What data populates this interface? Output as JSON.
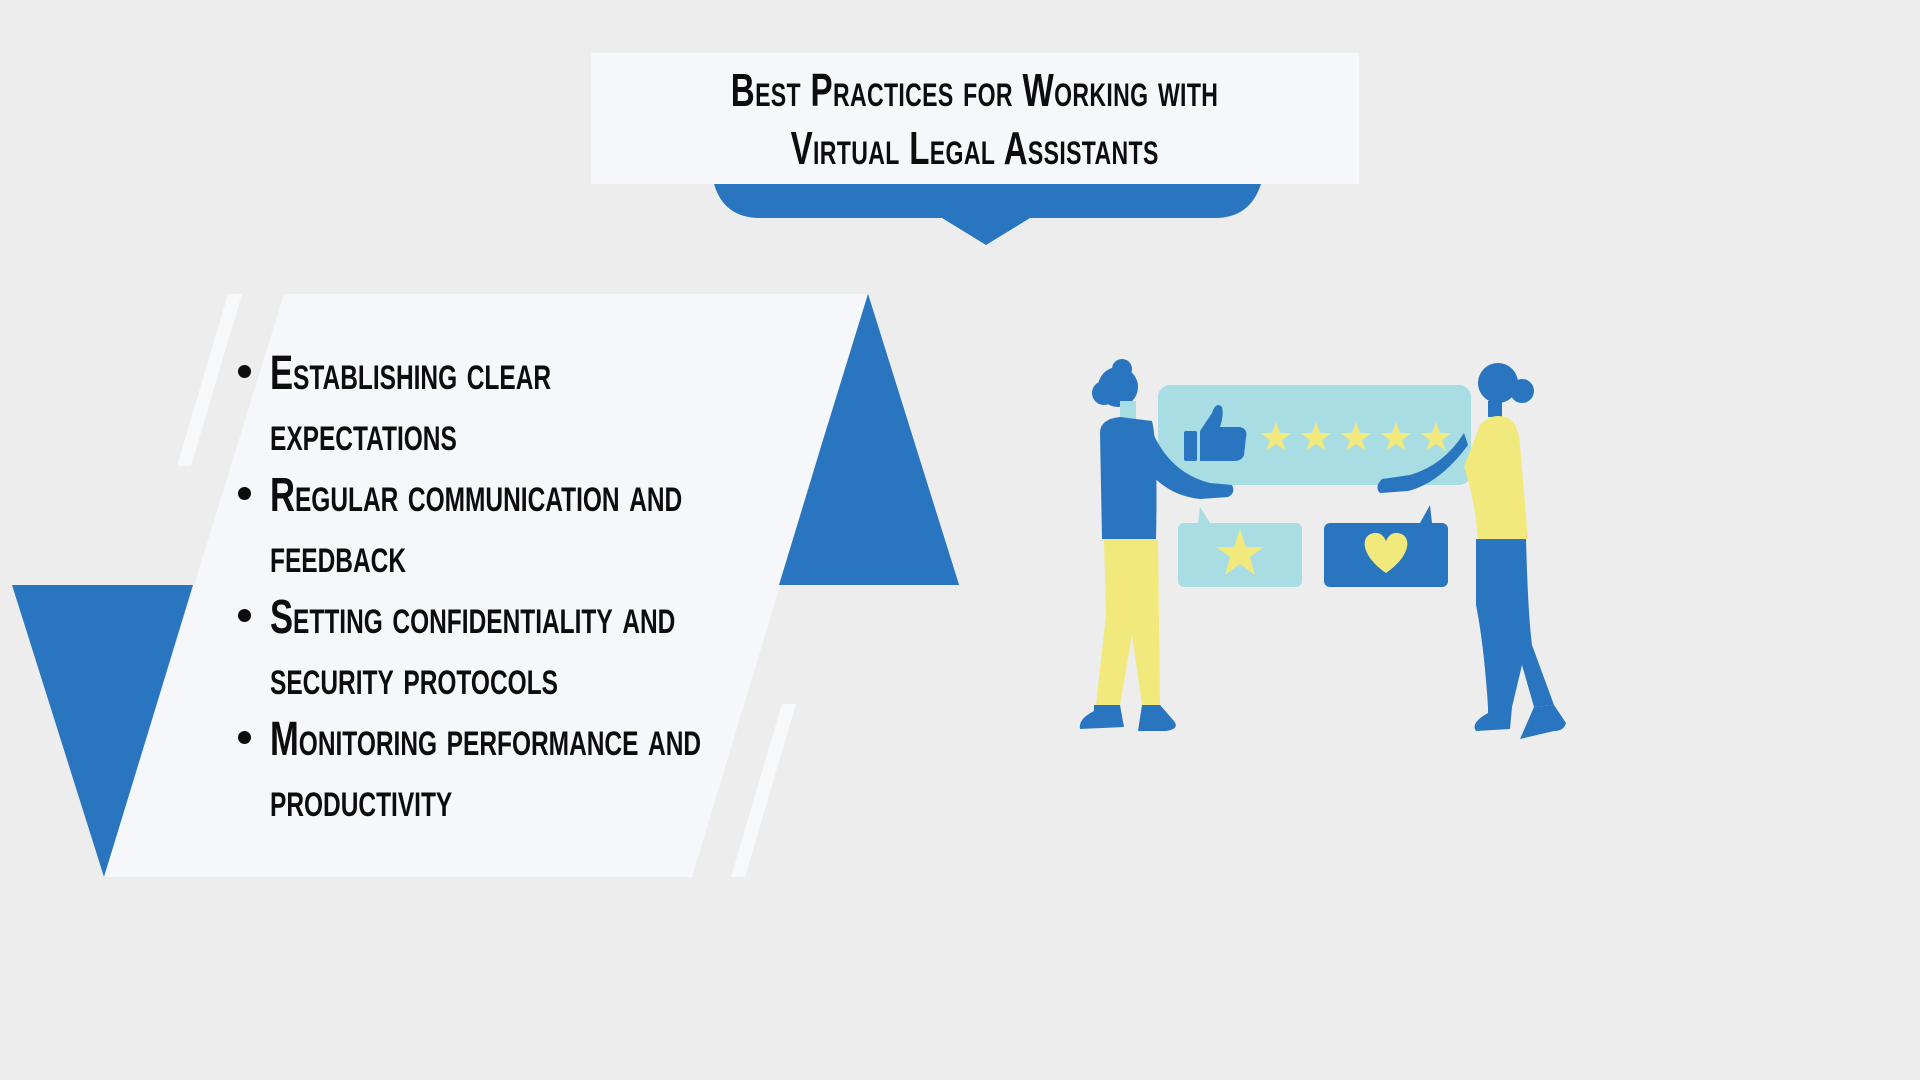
{
  "title": {
    "line1": "Best Practices for Working with",
    "line2": "Virtual Legal Assistants"
  },
  "bullets": [
    {
      "text": "Establishing clear\nexpectations"
    },
    {
      "text": "Regular communication and\nfeedback"
    },
    {
      "text": "Setting confidentiality and\nsecurity protocols"
    },
    {
      "text": "Monitoring performance and\nproductivity"
    }
  ],
  "illustration": {
    "description": "Two people holding a review board with thumbs-up and five stars, plus star and heart speech bubbles",
    "stars_count": 5,
    "icons": [
      "thumbs-up-icon",
      "star-icon",
      "heart-icon"
    ]
  },
  "colors": {
    "background": "#ededed",
    "panel": "#f5f7fa",
    "accent_blue": "#2a75bf",
    "light_cyan": "#a8dde3",
    "yellow": "#f2e97c",
    "text": "#0d0d0d"
  }
}
